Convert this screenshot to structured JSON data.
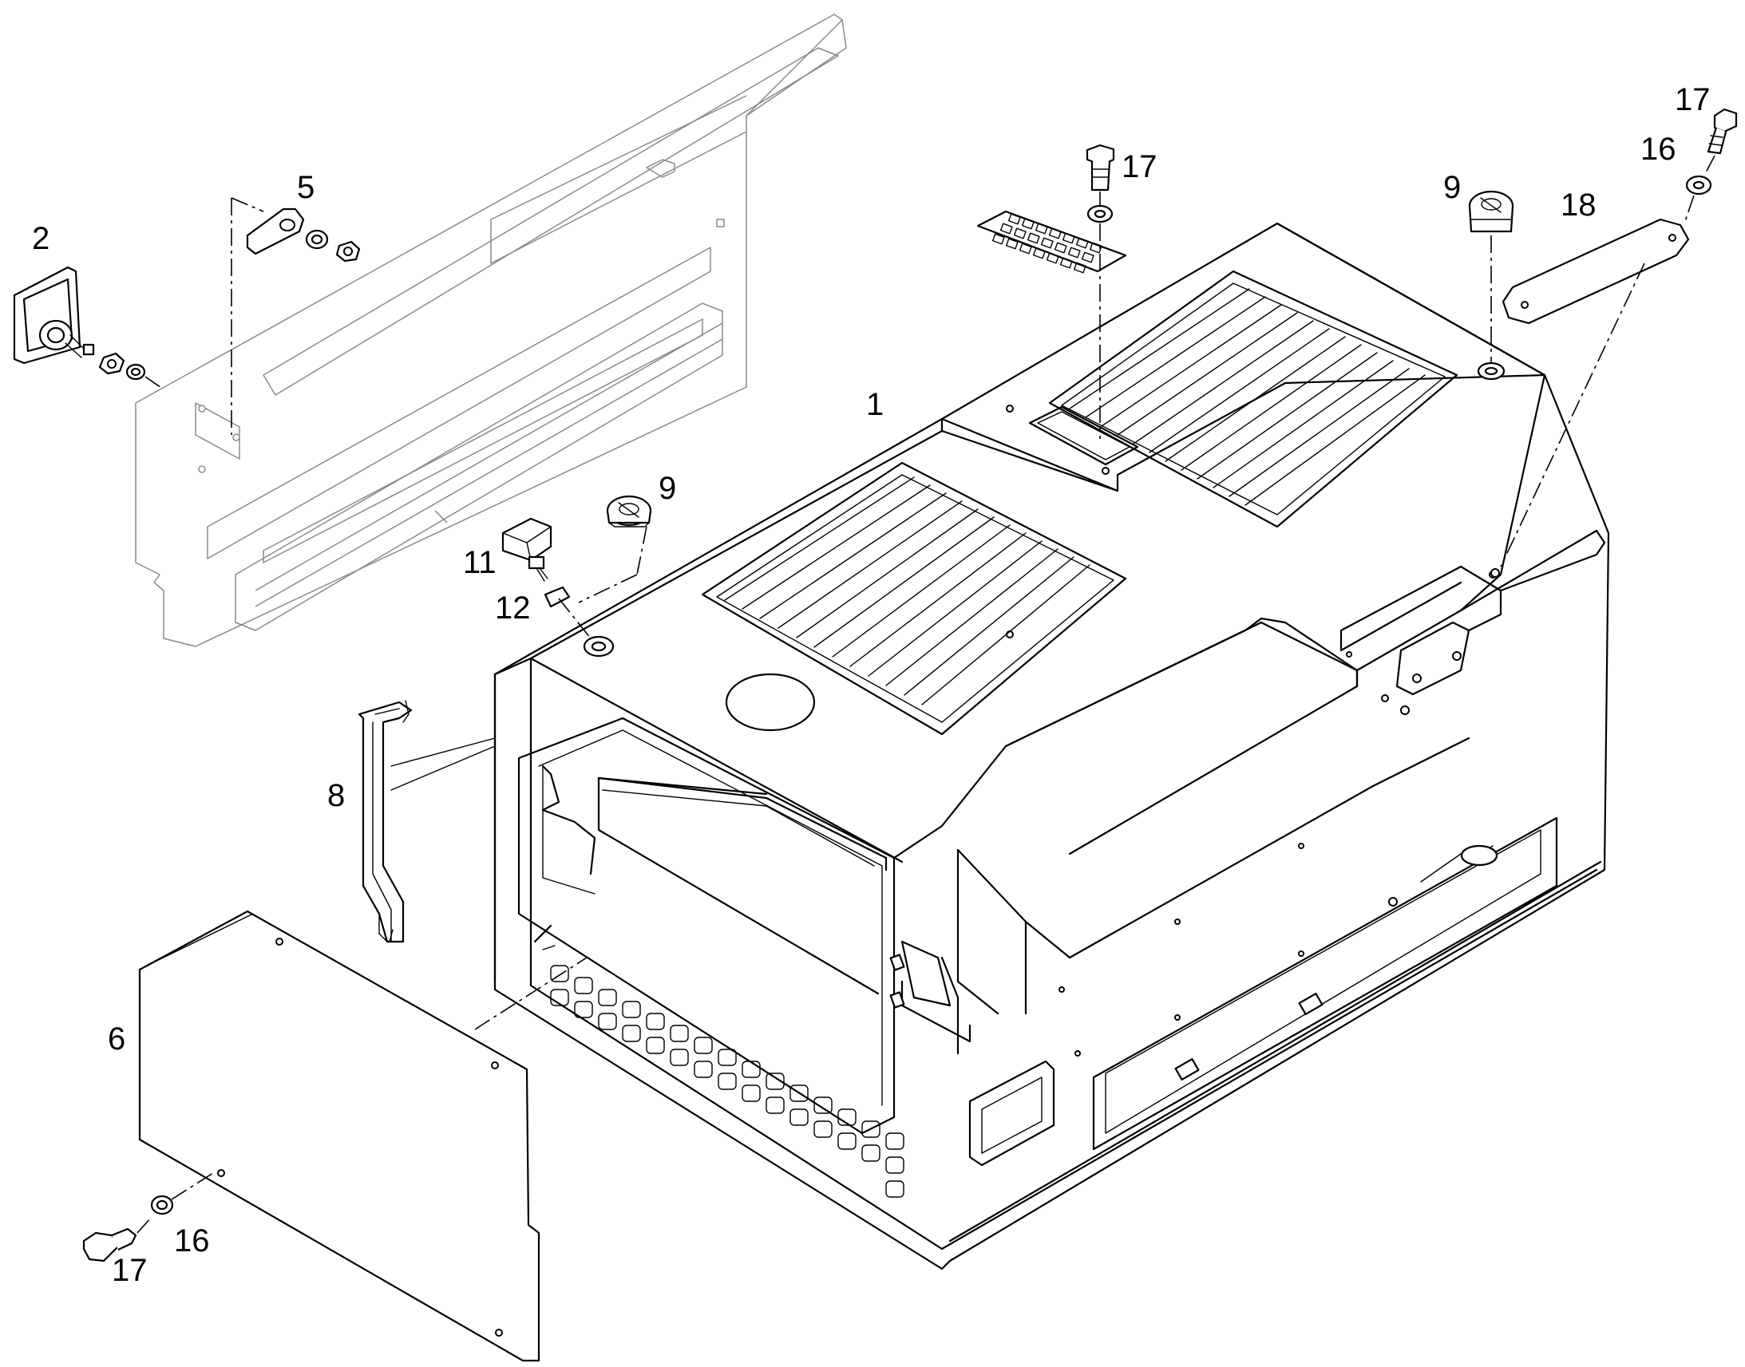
{
  "callouts": {
    "c1": "1",
    "c2": "2",
    "c5": "5",
    "c6": "6",
    "c8": "8",
    "c9a": "9",
    "c9b": "9",
    "c11": "11",
    "c12": "12",
    "c16a": "16",
    "c16b": "16",
    "c17a": "17",
    "c17b": "17",
    "c17c": "17",
    "c18": "18"
  },
  "colors": {
    "line": "#000000",
    "ghost_line": "#8a8a8a",
    "background": "#ffffff"
  }
}
